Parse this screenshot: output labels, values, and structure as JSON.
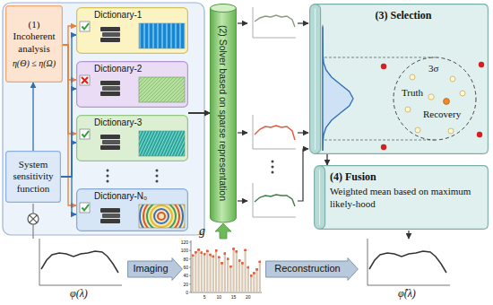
{
  "diagram": {
    "nodes": [
      {
        "text": [
          "(1) Incoherent analysis",
          "η(Θ) ≤ η(Ω)"
        ]
      },
      {
        "text": [
          "System sensitivity function"
        ]
      },
      {
        "text": [
          "Dictionary-1"
        ]
      },
      {
        "text": [
          "Dictionary-2"
        ]
      },
      {
        "text": [
          "Dictionary-3"
        ]
      },
      {
        "text": [
          "Dictionary-N₀"
        ]
      },
      {
        "text": [
          "(2) Solver based on sparse representation"
        ]
      },
      {
        "text": [
          "(3) Selection"
        ]
      },
      {
        "text": [
          "(4) Fusion",
          "Weighted mean based on maximum likely-hood"
        ]
      },
      {
        "text": [
          "Imaging"
        ]
      },
      {
        "text": [
          "Reconstruction"
        ]
      }
    ],
    "edges": [
      {
        "from": 1,
        "to": 0,
        "arrow": "to"
      },
      {
        "from": 0,
        "to": 2,
        "arrow": "to"
      },
      {
        "from": 0,
        "to": 3,
        "arrow": "to"
      },
      {
        "from": 0,
        "to": 4,
        "arrow": "to"
      },
      {
        "from": 0,
        "to": 5,
        "arrow": "to"
      },
      {
        "from": 1,
        "to": 2,
        "arrow": "to"
      },
      {
        "from": 1,
        "to": 3,
        "arrow": "to"
      },
      {
        "from": 1,
        "to": 4,
        "arrow": "to"
      },
      {
        "from": 1,
        "to": 5,
        "arrow": "to"
      },
      {
        "from": 2,
        "to": 6,
        "arrow": "to"
      },
      {
        "from": 4,
        "to": 6,
        "arrow": "to"
      },
      {
        "from": 5,
        "to": 6,
        "arrow": "to"
      },
      {
        "from": 7,
        "to": 8,
        "arrow": "to"
      }
    ],
    "labels": [
      "φ(λ)",
      "g",
      "φ̂(λ)",
      "3σ",
      "Truth",
      "Recovery",
      "120",
      "100",
      "80",
      "60",
      "40",
      "20",
      "0",
      "5",
      "10",
      "15",
      "20"
    ]
  }
}
